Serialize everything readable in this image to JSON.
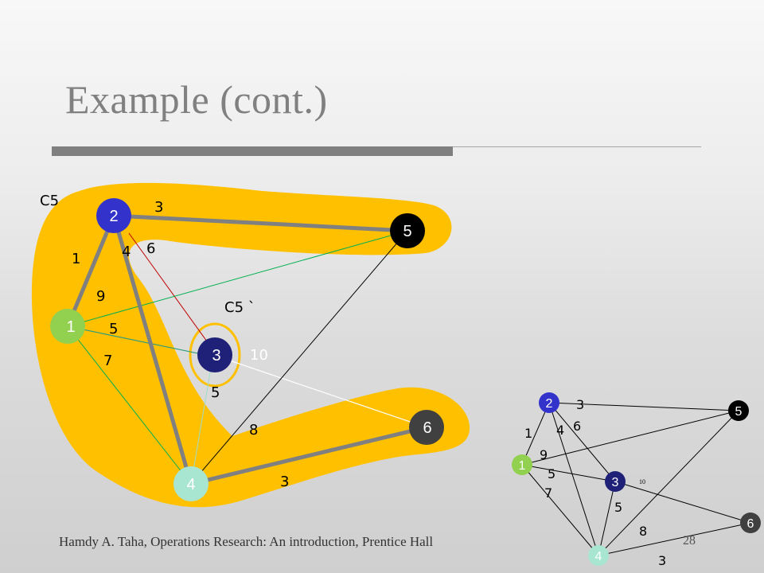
{
  "slide": {
    "title": "Example (cont.)",
    "footer": "Hamdy A. Taha, Operations Research: An introduction, Prentice Hall",
    "page_number": "28"
  },
  "colors": {
    "highlight": "#FFC000",
    "node_blue": "#3333CC",
    "node_navy": "#1F2077",
    "node_green": "#92D050",
    "node_mint": "#A9E6D2",
    "node_black": "#000000",
    "node_gray": "#404040",
    "tree_edge": "#808080",
    "edge_red": "#C00000",
    "edge_green": "#00B050",
    "edge_teal": "#2E9C7C",
    "edge_white": "#FFFFFF"
  },
  "main_graph": {
    "set_labels": {
      "c5": "C5",
      "c5_prime": "C5 `"
    },
    "nodes": {
      "n1": "1",
      "n2": "2",
      "n3": "3",
      "n4": "4",
      "n5": "5",
      "n6": "6"
    },
    "weights": {
      "e12": "1",
      "e25": "3",
      "e23": "6",
      "e24": "4",
      "e15": "9",
      "e13": "5",
      "e14": "7",
      "e36": "10",
      "e34": "5",
      "e45": "8",
      "e46": "3"
    }
  },
  "small_graph": {
    "nodes": {
      "n1": "1",
      "n2": "2",
      "n3": "3",
      "n4": "4",
      "n5": "5",
      "n6": "6"
    },
    "weights": {
      "e12": "1",
      "e25": "3",
      "e23": "6",
      "e24": "4",
      "e15": "9",
      "e13": "5",
      "e14": "7",
      "e36": "10",
      "e34": "5",
      "e45": "8",
      "e46": "3"
    }
  }
}
